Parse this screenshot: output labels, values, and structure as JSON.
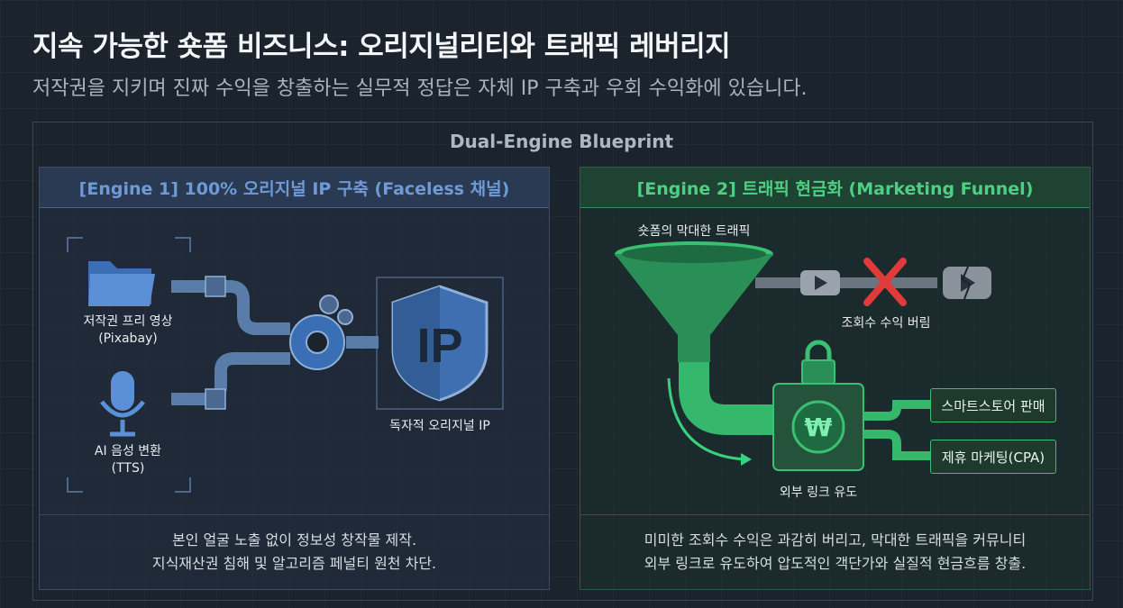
{
  "header": {
    "title": "지속 가능한 숏폼 비즈니스: 오리지널리티와 트래픽 레버리지",
    "subtitle": "저작권을 지키며 진짜 수익을 창출하는 실무적 정답은 자체 IP 구축과 우회 수익화에 있습니다."
  },
  "blueprint_label": "Dual-Engine Blueprint",
  "engine1": {
    "header": "[Engine 1] 100% 오리지널 IP 구축 (Faceless 채널)",
    "source1_label_line1": "저작권 프리 영상",
    "source1_label_line2": "(Pixabay)",
    "source2_label_line1": "AI 음성 변환",
    "source2_label_line2": "(TTS)",
    "shield_text": "IP",
    "output_label": "독자적 오리지널 IP",
    "footer_line1": "본인 얼굴 노출 없이 정보성 창작물 제작.",
    "footer_line2": "지식재산권 침해 및 알고리즘 페널티 원천 차단.",
    "colors": {
      "accent": "#5b8fd6",
      "shield": "#3f6fb0"
    }
  },
  "engine2": {
    "header": "[Engine 2] 트래픽 현금화 (Marketing Funnel)",
    "funnel_label": "숏폼의 막대한 트래픽",
    "discard_label": "조회수 수익 버림",
    "vault_label": "외부 링크 유도",
    "currency_symbol": "₩",
    "outputs": [
      "스마트스토어 판매",
      "제휴 마케팅(CPA)"
    ],
    "footer_line1": "미미한 조회수 수익은 과감히 버리고, 막대한 트래픽을 커뮤니티",
    "footer_line2": "외부 링크로 유도하여 압도적인 객단가와 실질적 현금흐름 창출.",
    "colors": {
      "accent": "#3bbf73",
      "cross": "#e03a3a"
    }
  }
}
